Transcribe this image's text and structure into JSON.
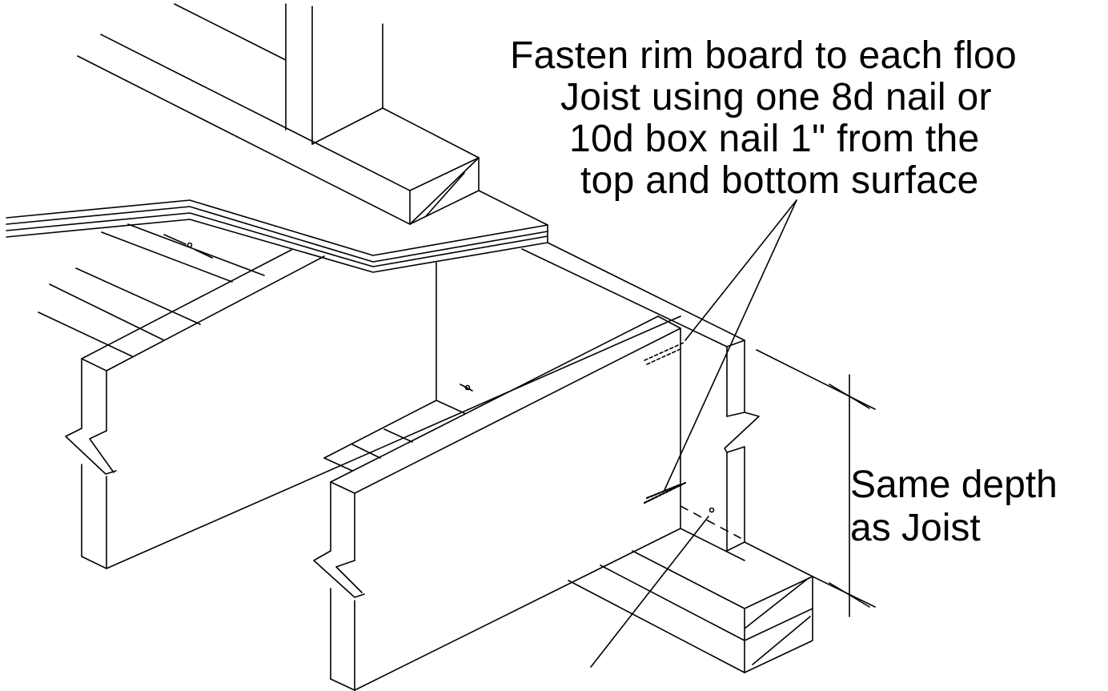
{
  "note": {
    "lines": [
      "Fasten rim board to each floo",
      "Joist using one 8d nail or",
      "10d box nail 1\" from the",
      "top and bottom surface"
    ]
  },
  "dimension": {
    "lines": [
      "Same depth",
      "as Joist"
    ]
  },
  "colors": {
    "line": "#000000",
    "background": "#ffffff"
  }
}
